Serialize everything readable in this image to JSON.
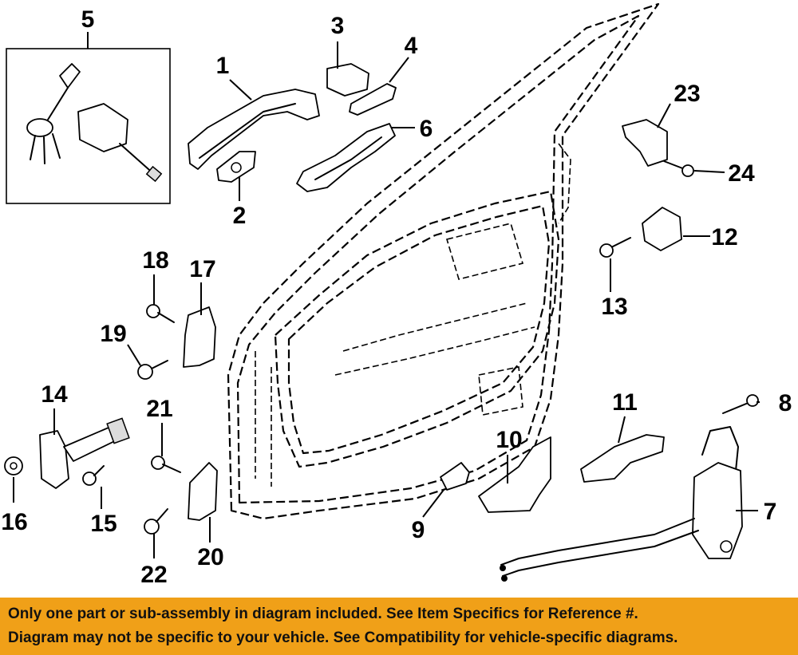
{
  "diagram": {
    "callouts": {
      "c1": "1",
      "c2": "2",
      "c3": "3",
      "c4": "4",
      "c5": "5",
      "c6": "6",
      "c7": "7",
      "c8": "8",
      "c9": "9",
      "c10": "10",
      "c11": "11",
      "c12": "12",
      "c13": "13",
      "c14": "14",
      "c15": "15",
      "c16": "16",
      "c17": "17",
      "c18": "18",
      "c19": "19",
      "c20": "20",
      "c21": "21",
      "c22": "22",
      "c23": "23",
      "c24": "24"
    }
  },
  "banner": {
    "line1": "Only one part or sub-assembly in diagram included. See Item Specifics for Reference #.",
    "line2": "Diagram may not be specific to your vehicle. See Compatibility for vehicle-specific diagrams.",
    "background": "#f0a018"
  }
}
